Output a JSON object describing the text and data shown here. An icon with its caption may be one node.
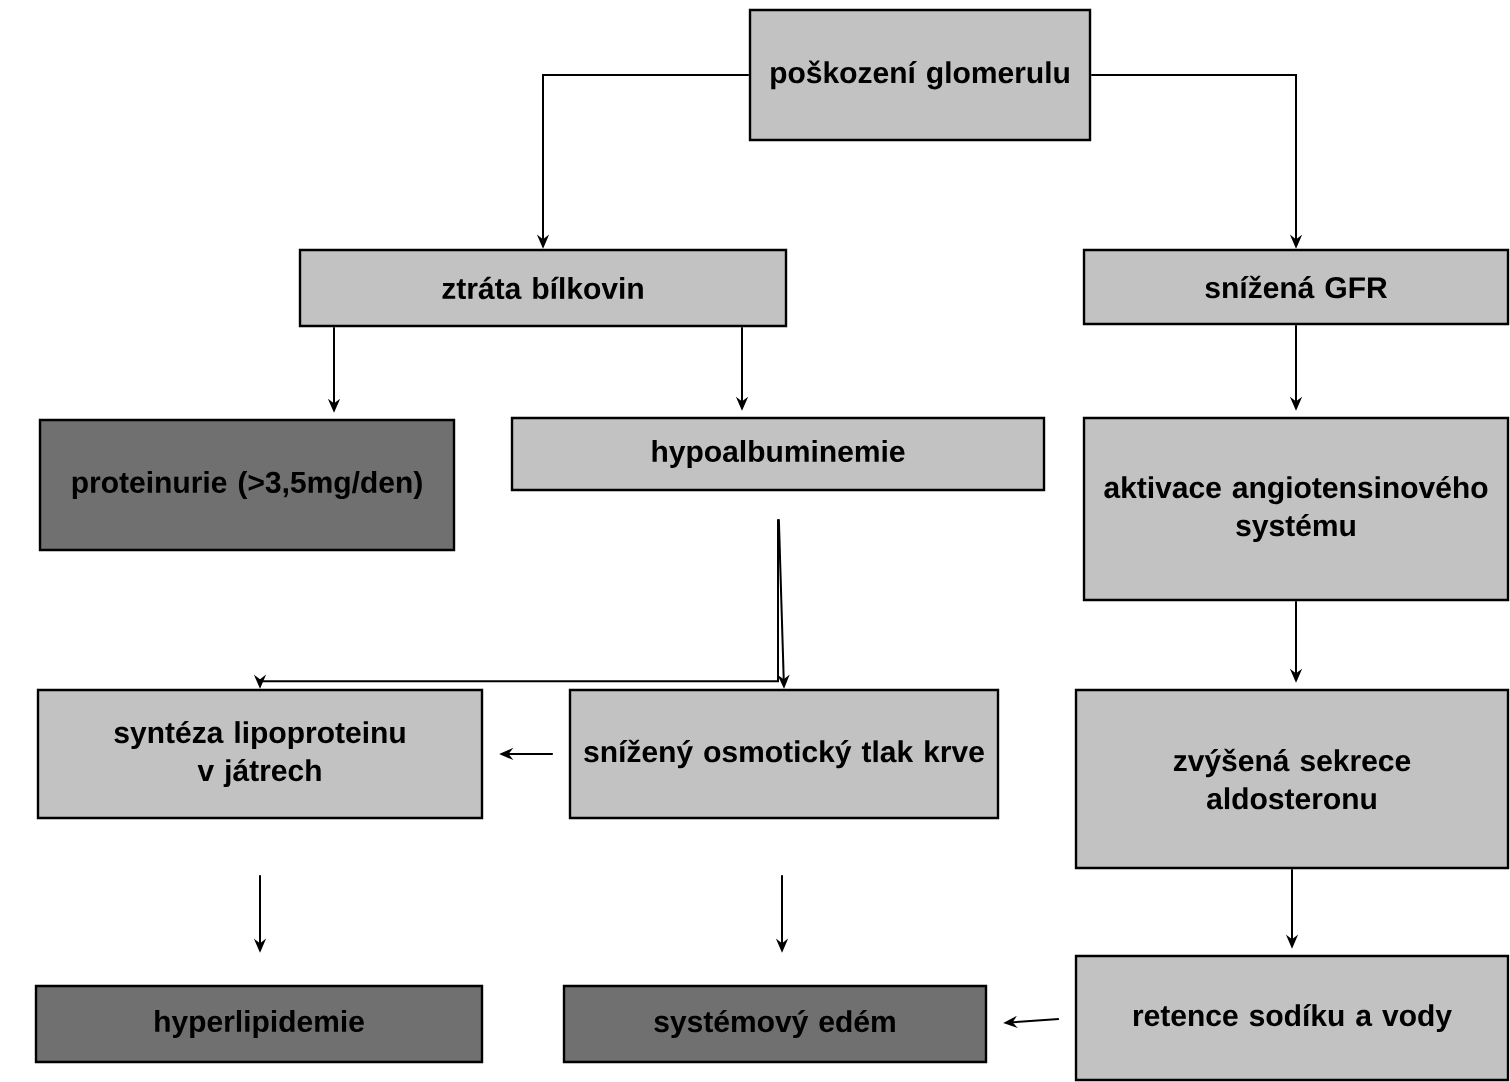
{
  "diagram": {
    "nodes": [
      {
        "text": [
          "poškození glomerulu"
        ]
      },
      {
        "text": [
          "ztráta bílkovin"
        ]
      },
      {
        "text": [
          "snížená GFR"
        ]
      },
      {
        "text": [
          "proteinurie (>3,5mg/den)"
        ]
      },
      {
        "text": [
          "hypoalbuminemie"
        ]
      },
      {
        "text": [
          "aktivace angiotensinového systému"
        ]
      },
      {
        "text": [
          "syntéza lipoproteinu v játrech"
        ]
      },
      {
        "text": [
          "snížený osmotický tlak krve"
        ]
      },
      {
        "text": [
          "zvýšená sekrece aldosteronu"
        ]
      },
      {
        "text": [
          "hyperlipidemie"
        ]
      },
      {
        "text": [
          "systémový edém"
        ]
      },
      {
        "text": [
          "retence sodíku a vody"
        ]
      }
    ],
    "edges": [
      {
        "from": 0,
        "to": 1,
        "arrow": "to"
      },
      {
        "from": 0,
        "to": 2,
        "arrow": "to"
      },
      {
        "from": 1,
        "to": 3,
        "arrow": "to"
      },
      {
        "from": 1,
        "to": 4,
        "arrow": "to"
      },
      {
        "from": 2,
        "to": 5,
        "arrow": "to"
      },
      {
        "from": 4,
        "to": 6,
        "arrow": "to"
      },
      {
        "from": 4,
        "to": 7,
        "arrow": "to"
      },
      {
        "from": 5,
        "to": 8,
        "arrow": "to"
      },
      {
        "from": 7,
        "to": 6,
        "arrow": "to"
      },
      {
        "from": 6,
        "to": 9,
        "arrow": "to"
      },
      {
        "from": 7,
        "to": 10,
        "arrow": "to"
      },
      {
        "from": 8,
        "to": 11,
        "arrow": "to"
      },
      {
        "from": 11,
        "to": 10,
        "arrow": "to"
      }
    ]
  }
}
